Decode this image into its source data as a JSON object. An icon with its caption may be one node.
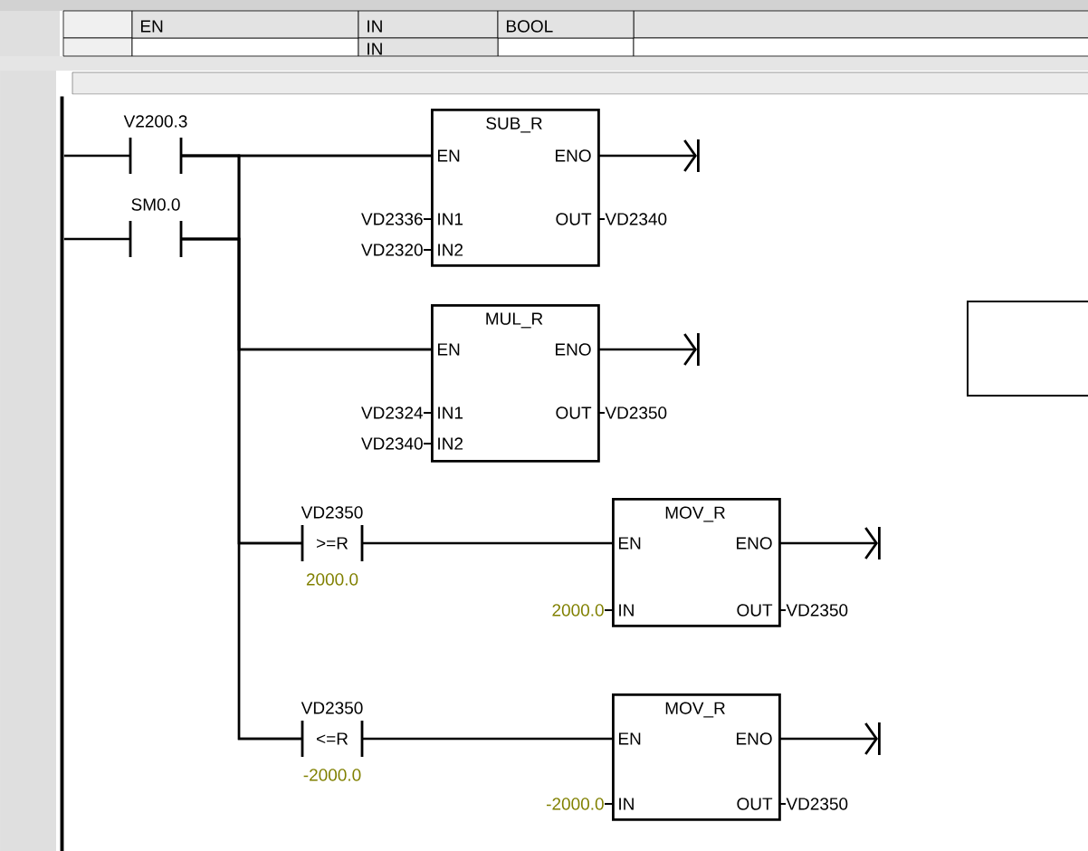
{
  "diagram": {
    "nodes": [
      {
        "text": [
          "V2200.3"
        ]
      },
      {
        "text": [
          "SM0.0"
        ]
      },
      {
        "text": [
          "SUB_R",
          "EN",
          "ENO",
          "IN1",
          "IN2",
          "OUT"
        ],
        "beside": [
          "VD2336",
          "VD2320",
          "VD2340"
        ]
      },
      {
        "text": [
          "MUL_R",
          "EN",
          "ENO",
          "IN1",
          "IN2",
          "OUT"
        ],
        "beside": [
          "VD2324",
          "VD2340",
          "VD2350"
        ]
      },
      {
        "text": [
          "VD2350",
          ">=R",
          "2000.0"
        ]
      },
      {
        "text": [
          "MOV_R",
          "EN",
          "ENO",
          "IN",
          "OUT"
        ],
        "beside": [
          "2000.0",
          "VD2350"
        ]
      },
      {
        "text": [
          "VD2350",
          "<=R",
          "-2000.0"
        ]
      },
      {
        "text": [
          "MOV_R",
          "EN",
          "ENO",
          "IN",
          "OUT"
        ],
        "beside": [
          "-2000.0",
          "VD2350"
        ]
      },
      {
        "text": [],
        "shape": "box"
      },
      {
        "text": [],
        "shape": "bar"
      }
    ],
    "edges": [
      {
        "from": 9,
        "to": 0,
        "arrow": "none"
      },
      {
        "from": 9,
        "to": 1,
        "arrow": "none"
      },
      {
        "from": 0,
        "to": 2,
        "arrow": "none"
      },
      {
        "from": 1,
        "to": 2,
        "arrow": "none"
      },
      {
        "from": 0,
        "to": 3,
        "arrow": "none"
      },
      {
        "from": 1,
        "to": 3,
        "arrow": "none"
      },
      {
        "from": 0,
        "to": 4,
        "arrow": "none"
      },
      {
        "from": 1,
        "to": 4,
        "arrow": "none"
      },
      {
        "from": 0,
        "to": 6,
        "arrow": "none"
      },
      {
        "from": 1,
        "to": 6,
        "arrow": "none"
      },
      {
        "from": 4,
        "to": 5,
        "arrow": "none"
      },
      {
        "from": 6,
        "to": 7,
        "arrow": "none"
      },
      {
        "from": 2,
        "to": null,
        "arrow": "to"
      },
      {
        "from": 3,
        "to": null,
        "arrow": "to"
      },
      {
        "from": 5,
        "to": null,
        "arrow": "to"
      },
      {
        "from": 7,
        "to": null,
        "arrow": "to"
      }
    ],
    "labels": [
      "EN",
      "IN",
      "BOOL",
      "IN"
    ]
  }
}
